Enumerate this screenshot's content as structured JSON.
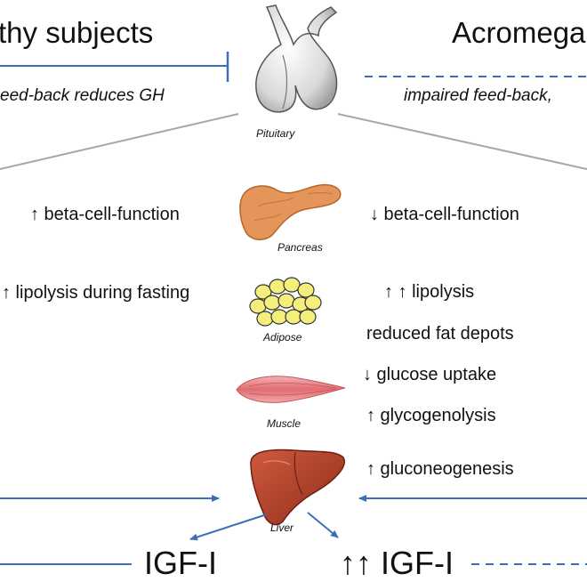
{
  "headings": {
    "left": "thy subjects",
    "right": "Acromega"
  },
  "feedback": {
    "left": "eed-back reduces GH",
    "right": "impaired feed-back,"
  },
  "organs": {
    "pituitary": "Pituitary",
    "pancreas": "Pancreas",
    "adipose": "Adipose",
    "muscle": "Muscle",
    "liver": "Liver"
  },
  "effects_left": {
    "beta": "↑ beta-cell-function",
    "lipolysis": "↑ lipolysis during fasting"
  },
  "effects_right": {
    "beta": "↓ beta-cell-function",
    "lipolysis": "↑ ↑ lipolysis",
    "fat": "reduced fat depots",
    "glucose": "↓ glucose uptake",
    "glycogenolysis": "↑ glycogenolysis",
    "gluconeogenesis": "↑ gluconeogenesis"
  },
  "igf": {
    "left": "IGF-I",
    "right": "↑↑ IGF-I"
  },
  "colors": {
    "arrow": "#3c6fb4",
    "divider": "#a6a6a6",
    "pancreas": "#e4955a",
    "adipose": "#f3ef7a",
    "muscle": "#e27a7d",
    "liver": "#b5402b"
  }
}
